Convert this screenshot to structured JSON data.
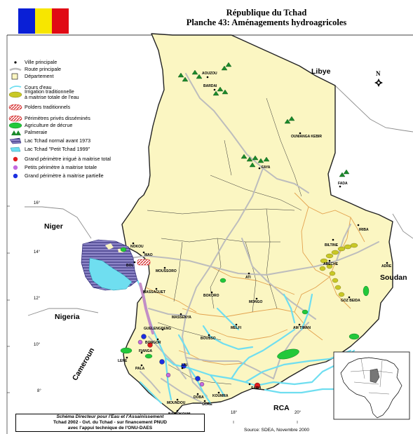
{
  "header": {
    "title_line1": "République du Tchad",
    "title_line2": "Planche 43: Aménagements hydroagricoles"
  },
  "flag_colors": [
    "#0a1fd6",
    "#f7e600",
    "#e00a14"
  ],
  "legend": [
    {
      "label": "Ville principale",
      "symbol": "dot"
    },
    {
      "label": "Route principale",
      "symbol": "road"
    },
    {
      "label": "Département",
      "symbol": "department"
    },
    {
      "label": "Cours d'eau",
      "symbol": "river"
    },
    {
      "label": "Irrigation traditionnelle\nà maitrise totale de l'eau",
      "symbol": "irrigation"
    },
    {
      "label": "Polders traditionnels",
      "symbol": "polders"
    },
    {
      "label": "Périmètres privés disséminés",
      "symbol": "private"
    },
    {
      "label": "Agriculture de décrue",
      "symbol": "decrue"
    },
    {
      "label": "Palmeraie",
      "symbol": "palm"
    },
    {
      "label": "Lac Tchad normal avant 1973",
      "symbol": "lake1973"
    },
    {
      "label": "Lac Tchad \"Petit Tchad 1999\"",
      "symbol": "lake1999"
    },
    {
      "label": "Grand périmètre irrigué à maitrise total",
      "symbol": "red-dot"
    },
    {
      "label": "Petits périmètre à maitrise totale",
      "symbol": "violet-dot"
    },
    {
      "label": "Grand périmètre à maitrise partielle",
      "symbol": "blue-dot"
    }
  ],
  "countries": {
    "libya": "Libye",
    "niger": "Niger",
    "nigeria": "Nigeria",
    "cameroun": "Cameroun",
    "sudan": "Soudan",
    "car": "RCA"
  },
  "north_arrow": "N",
  "latitudes": [
    "16°",
    "14°",
    "12°",
    "10°",
    "8°"
  ],
  "longitudes": [
    "18°",
    "20°"
  ],
  "towns": [
    "AOUZOU",
    "BARDAI",
    "OUNIANGA KEBIR",
    "FAYA",
    "FADA",
    "NOKOU",
    "MAO",
    "MOUSSORO",
    "BOL",
    "ATI",
    "BILTINE",
    "ABECHE",
    "ADRE",
    "IRIBA",
    "GOZ BEIDA",
    "MASSAGUET",
    "BOKORO",
    "MONGO",
    "MASSENYA",
    "MELFI",
    "AM TIMAN",
    "GUELENGDENG",
    "BONGOR",
    "BOUSSO",
    "FIANGA",
    "LERE",
    "PALA",
    "LAI",
    "SARH",
    "KOUMRA",
    "DOBA",
    "MOUNDOU",
    "GORE",
    "BAIBOKOUM"
  ],
  "credit": {
    "line1": "Schéma Directeur pour l'Eau et l'Assainissement",
    "line2": "Tchad 2002 - Gvt. du Tchad - sur financement PNUD",
    "line3": "avec l'appui technique de l'ONU-DAES"
  },
  "source": "Source: SDEA, Novembre 2000",
  "colors": {
    "territory": "#fbf6c2",
    "water": "#6fdef0",
    "decrue": "#22c83a",
    "irrigation": "#c9c826",
    "boundary": "#e3a24e"
  }
}
